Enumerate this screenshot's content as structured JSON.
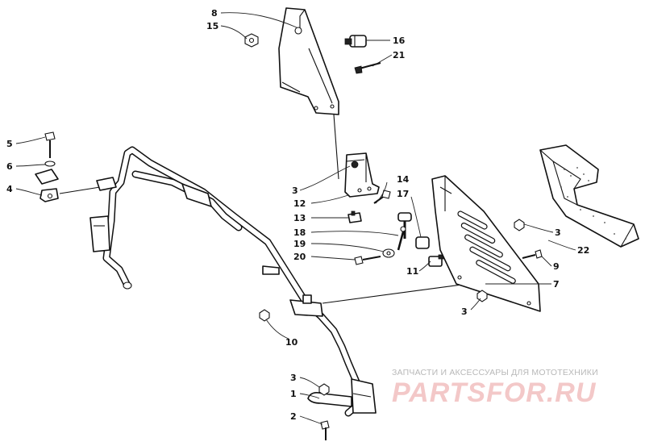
{
  "diagram": {
    "callouts": [
      "1",
      "2",
      "3",
      "4",
      "5",
      "6",
      "7",
      "8",
      "9",
      "10",
      "11",
      "12",
      "13",
      "14",
      "15",
      "16",
      "17",
      "18",
      "19",
      "20",
      "21",
      "22"
    ]
  },
  "watermark": {
    "caption": "ЗАПЧАСТИ И АКСЕССУАРЫ ДЛЯ МОТОТЕХНИКИ",
    "logo": "PARTSFOR.RU"
  },
  "colors": {
    "line": "#111111",
    "watermark_caption": "#b8b8b8",
    "watermark_logo": "#f3c8c8"
  }
}
